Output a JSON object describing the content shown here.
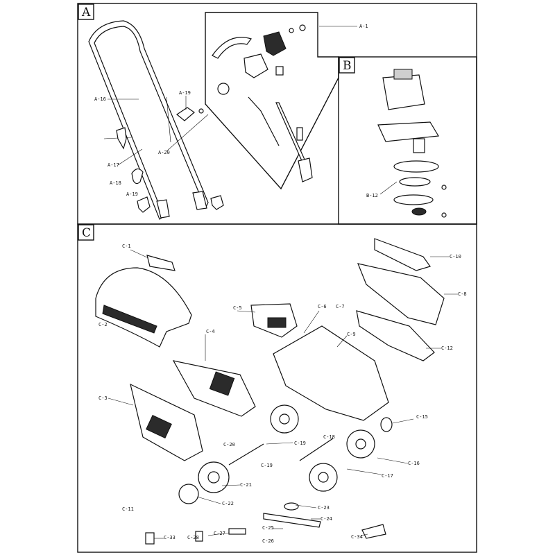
{
  "sections": {
    "a": "A",
    "b": "B",
    "c": "C"
  },
  "labels": {
    "A-1": "A-1",
    "A-16": "A-16",
    "A-17": "A-17",
    "A-18": "A-18",
    "A-19": "A-19",
    "A-19b": "A-19",
    "A-20": "A-20",
    "B-12": "B-12",
    "C-1": "C-1",
    "C-2": "C-2",
    "C-3": "C-3",
    "C-4": "C-4",
    "C-5": "C-5",
    "C-6": "C-6",
    "C-7": "C-7",
    "C-8": "C-8",
    "C-9": "C-9",
    "C-10": "C-10",
    "C-11": "C-11",
    "C-12": "C-12",
    "C-15": "C-15",
    "C-16": "C-16",
    "C-17": "C-17",
    "C-18": "C-18",
    "C-19": "C-19",
    "C-19b": "C-19",
    "C-20": "C-20",
    "C-21": "C-21",
    "C-22": "C-22",
    "C-23": "C-23",
    "C-24": "C-24",
    "C-25": "C-25",
    "C-26": "C-26",
    "C-27": "C-27",
    "C-28": "C-28",
    "C-33": "C-33",
    "C-34": "C-34"
  }
}
